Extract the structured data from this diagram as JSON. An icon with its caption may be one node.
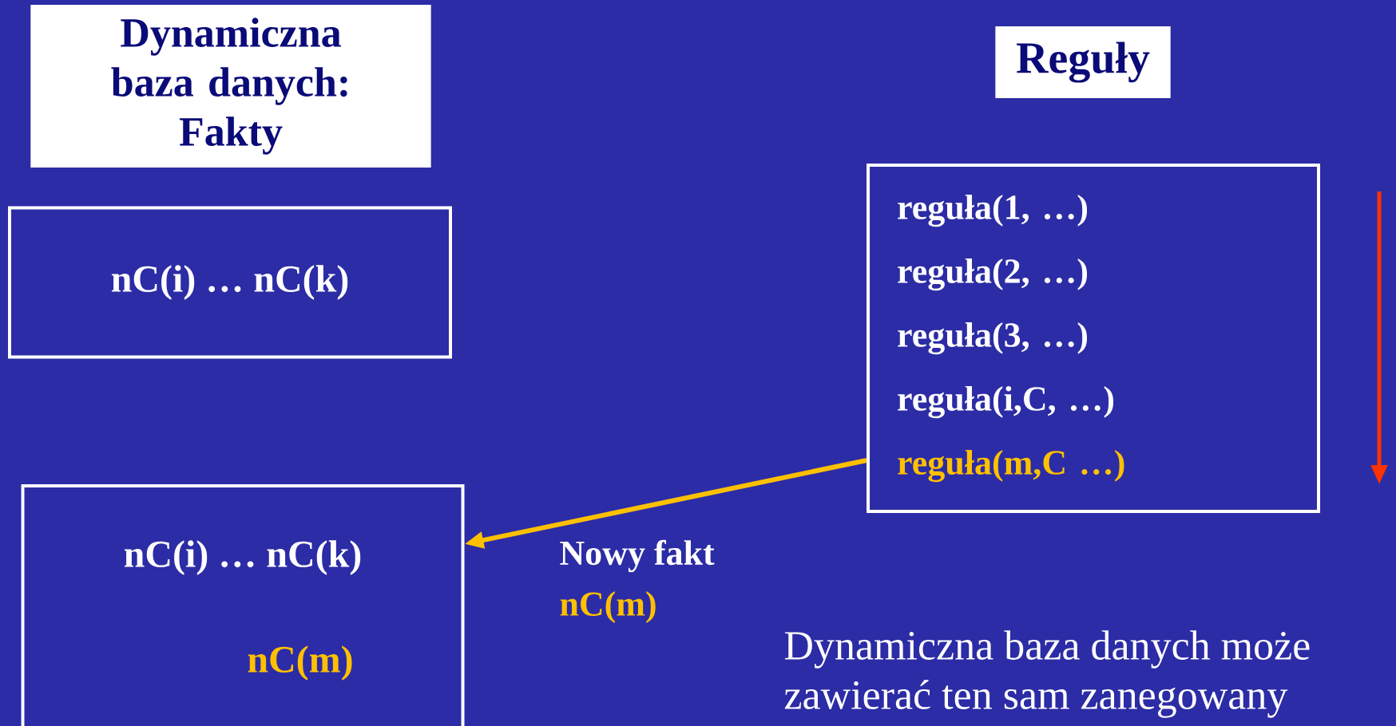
{
  "diagram": {
    "nodes": [
      {
        "text": [
          "Dynamiczna baza danych:",
          "Fakty"
        ]
      },
      {
        "text": [
          "Reguły"
        ]
      },
      {
        "text": [
          "nC(i) … nC(k)"
        ]
      },
      {
        "text": [
          "reguła(1, …)",
          "reguła(2, …)",
          "reguła(3, …)",
          "reguła(i,C, …)",
          "reguła(m,C …)"
        ]
      },
      {
        "text": [
          "nC(i) … nC(k)",
          "nC(m)"
        ]
      }
    ],
    "edges": [
      {
        "from": 3,
        "to": 4,
        "arrow": "to",
        "color": "#ffc000"
      }
    ],
    "labels": [
      "Nowy fakt",
      "nC(m)",
      "Dynamiczna baza danych może zawierać ten sam zanegowany"
    ]
  }
}
